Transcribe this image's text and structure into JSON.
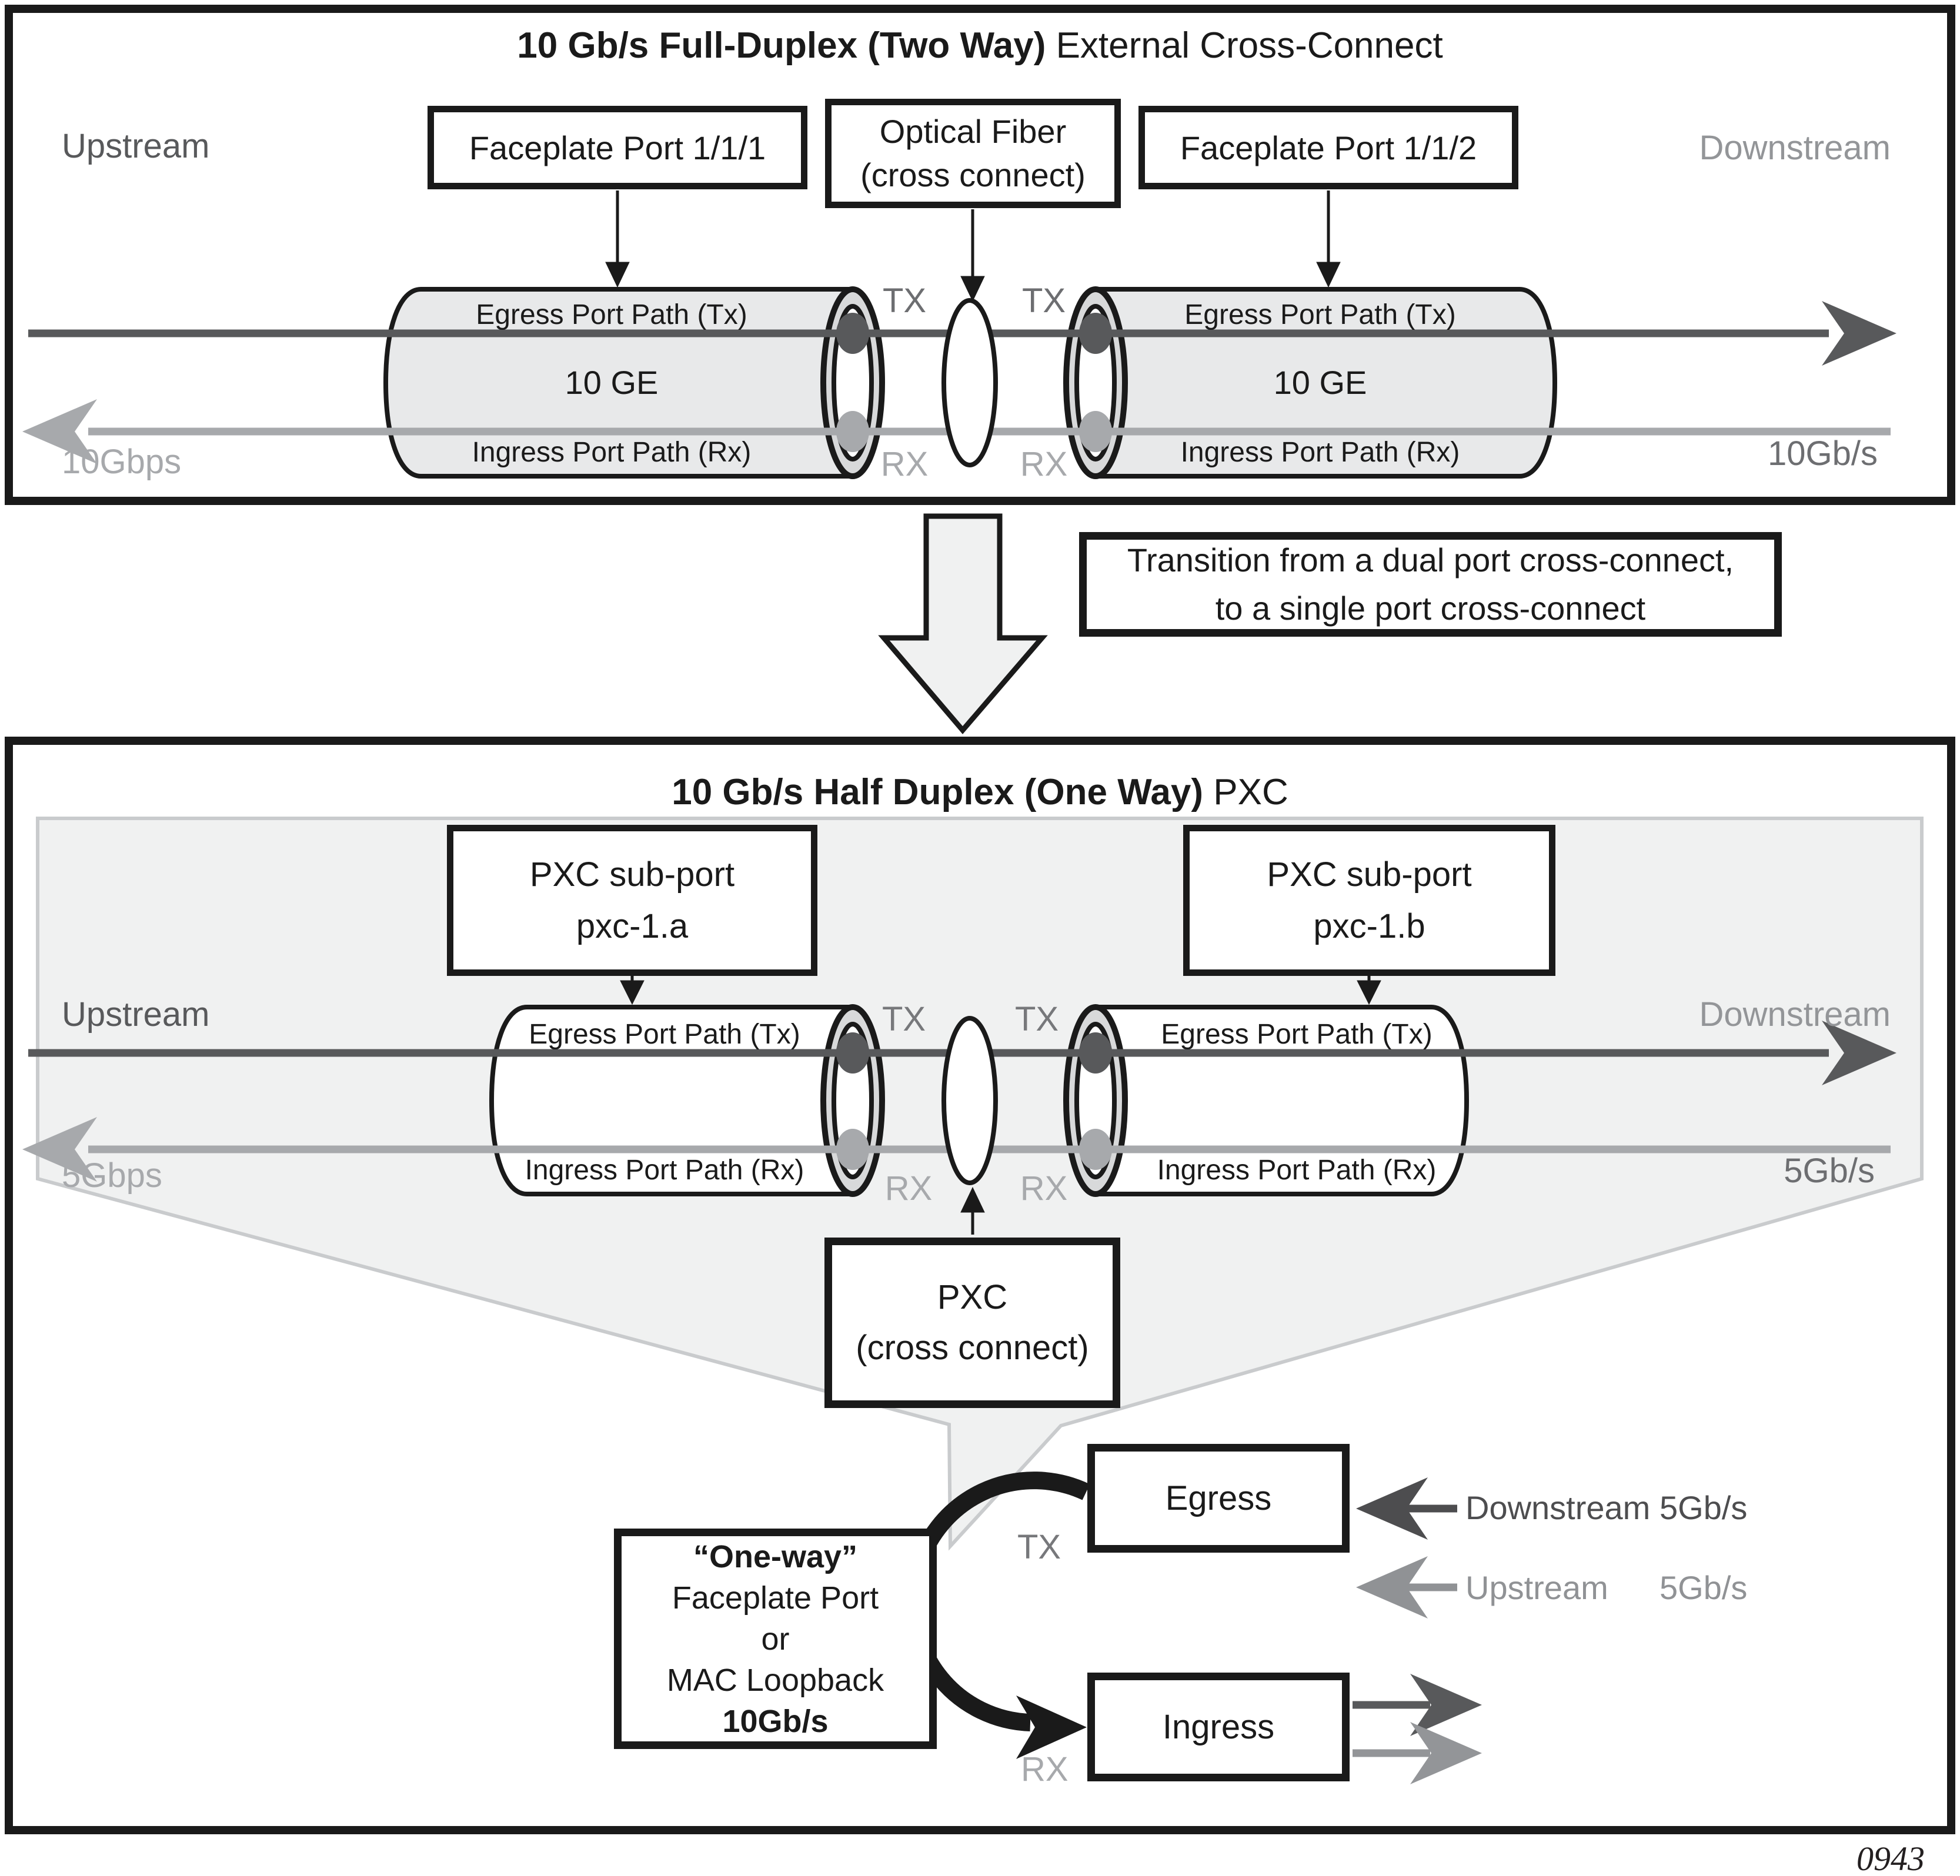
{
  "figure_number": "0943",
  "colors": {
    "ink": "#1a1a1a",
    "tx_dark": "#58595b",
    "downstream_gray": "#939598",
    "rx_light": "#a7a9ac",
    "rate_dark": "#6d6e71",
    "cylinder_fill_top": "#e8e9ea",
    "cap_ring": "#d8d9da",
    "funnel_fill": "#f0f1f1",
    "funnel_edge": "#c9cbcd"
  },
  "top_panel": {
    "title_bold": "10 Gb/s Full-Duplex (Two Way)",
    "title_rest": " External Cross-Connect",
    "boxes": {
      "left": "Faceplate Port 1/1/1",
      "middle_line1": "Optical Fiber",
      "middle_line2": "(cross connect)",
      "right": "Faceplate Port 1/1/2"
    },
    "labels": {
      "upstream": "Upstream",
      "downstream": "Downstream",
      "rate_left": "10Gbps",
      "rate_right": "10Gb/s",
      "tx": "TX",
      "rx": "RX"
    },
    "cylinders": {
      "egress": "Egress Port Path (Tx)",
      "ingress": "Ingress Port Path (Rx)",
      "speed": "10 GE"
    }
  },
  "transition": {
    "line1": "Transition from a dual port cross-connect,",
    "line2": "to a single port cross-connect"
  },
  "bottom_panel": {
    "title_bold": "10 Gb/s Half Duplex (One Way)",
    "title_rest": " PXC",
    "subport_left": {
      "line1": "PXC sub-port",
      "line2": "pxc-1.a"
    },
    "subport_right": {
      "line1": "PXC sub-port",
      "line2": "pxc-1.b"
    },
    "pxc_box": {
      "line1": "PXC",
      "line2": "(cross connect)"
    },
    "labels": {
      "upstream": "Upstream",
      "downstream": "Downstream",
      "rate_left": "5Gbps",
      "rate_right": "5Gb/s",
      "tx": "TX",
      "rx": "RX"
    },
    "cylinders": {
      "egress": "Egress Port Path (Tx)",
      "ingress": "Ingress Port Path (Rx)"
    },
    "oneway_box": {
      "line1": "“One-way”",
      "line2": "Faceplate Port",
      "line3": "or",
      "line4": "MAC Loopback",
      "line5": "10Gb/s"
    },
    "egress_box": "Egress",
    "ingress_box": "Ingress",
    "legend": {
      "downstream": "Downstream",
      "downstream_rate": "5Gb/s",
      "upstream": "Upstream",
      "upstream_rate": "5Gb/s"
    }
  }
}
